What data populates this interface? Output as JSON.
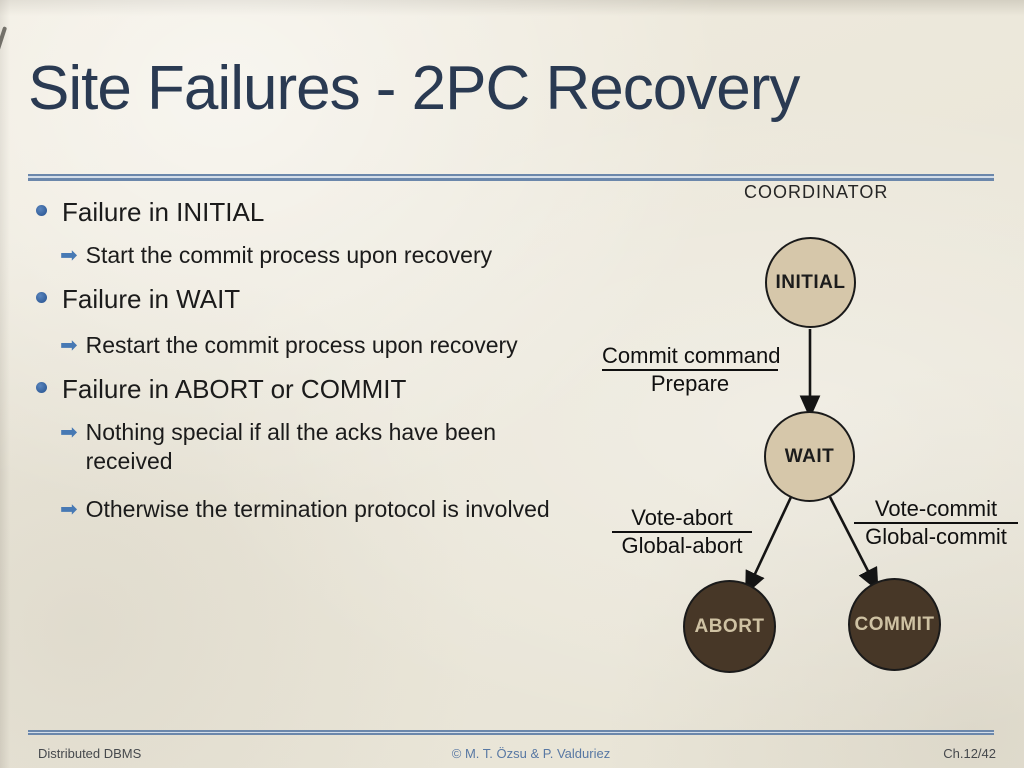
{
  "slide": {
    "title": "Site Failures - 2PC Recovery",
    "footer": {
      "left": "Distributed DBMS",
      "center": "© M. T. Özsu & P. Valduriez",
      "right": "Ch.12/42"
    }
  },
  "bullets": [
    {
      "level": 1,
      "text": "Failure in INITIAL"
    },
    {
      "level": 2,
      "text": "Start the commit process upon recovery"
    },
    {
      "level": 1,
      "text": "Failure in WAIT"
    },
    {
      "level": 2,
      "text": "Restart the commit process upon recovery"
    },
    {
      "level": 1,
      "text": "Failure in ABORT or COMMIT"
    },
    {
      "level": 2,
      "text": "Nothing special if all the acks have been received"
    },
    {
      "level": 2,
      "text": "Otherwise the termination protocol is involved"
    }
  ],
  "diagram": {
    "heading": "COORDINATOR",
    "states": [
      {
        "name": "INITIAL",
        "kind": "light"
      },
      {
        "name": "WAIT",
        "kind": "light"
      },
      {
        "name": "ABORT",
        "kind": "dark"
      },
      {
        "name": "COMMIT",
        "kind": "dark"
      }
    ],
    "transitions": [
      {
        "from": "INITIAL",
        "to": "WAIT",
        "received": "Commit command",
        "sent": "Prepare"
      },
      {
        "from": "WAIT",
        "to": "ABORT",
        "received": "Vote-abort",
        "sent": "Global-abort"
      },
      {
        "from": "WAIT",
        "to": "COMMIT",
        "received": "Vote-commit",
        "sent": "Global-commit"
      }
    ],
    "colors": {
      "light_state_fill": "#d6c7aa",
      "dark_state_fill": "#473727",
      "dark_state_label": "#cfc2a3",
      "stroke": "#1a1a1a"
    }
  },
  "theme": {
    "background": "#ebe7da",
    "title_color": "#2a3a52",
    "rule_color": "#6b87ab",
    "bullet_dot_color": "#3e6aa6",
    "arrow_bullet_color": "#4779b4",
    "body_text_color": "#1b1b1b",
    "footer_center_color": "#5878a3"
  }
}
